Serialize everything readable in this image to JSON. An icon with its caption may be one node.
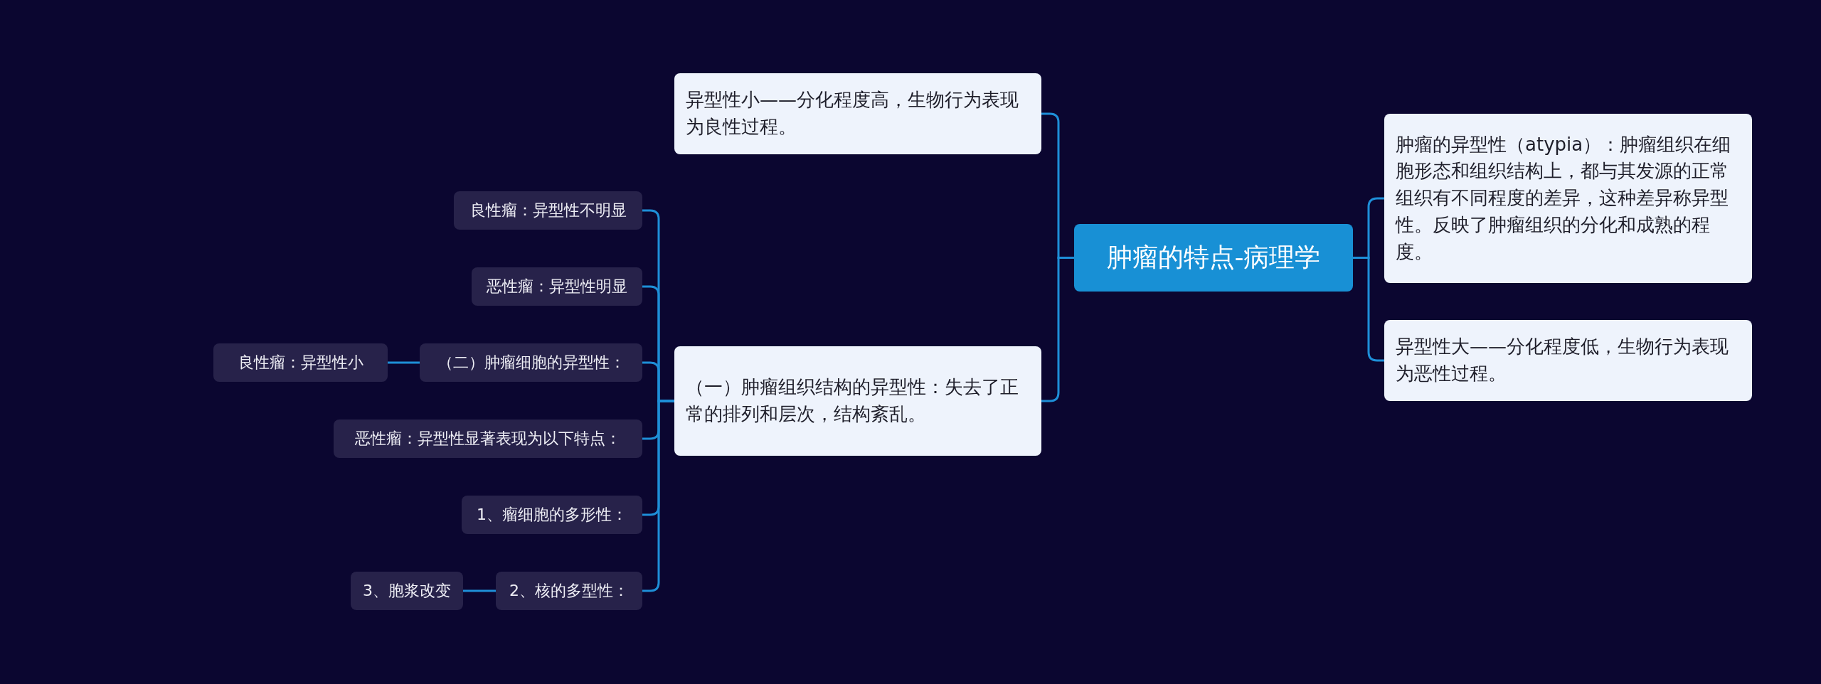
{
  "diagram": {
    "nodes": [
      {
        "text": [
          "肿瘤的特点-病理学"
        ]
      },
      {
        "text": [
          "肿瘤的异型性（atypia）：肿瘤组织在细胞形态和组织结构上，都与其发源的正常组织有不同程度的差异，这种差异称异型性。反映了肿瘤组织的分化和成熟的程度。"
        ]
      },
      {
        "text": [
          "异型性大——分化程度低，生物行为表现为恶性过程。"
        ]
      },
      {
        "text": [
          "异型性小——分化程度高，生物行为表现为良性过程。"
        ]
      },
      {
        "text": [
          "（一）肿瘤组织结构的异型性：失去了正常的排列和层次，结构紊乱。"
        ]
      },
      {
        "text": [
          "良性瘤：异型性不明显"
        ]
      },
      {
        "text": [
          "恶性瘤：异型性明显"
        ]
      },
      {
        "text": [
          "（二）肿瘤细胞的异型性："
        ]
      },
      {
        "text": [
          "良性瘤：异型性小"
        ]
      },
      {
        "text": [
          "恶性瘤：异型性显著表现为以下特点："
        ]
      },
      {
        "text": [
          "1、瘤细胞的多形性："
        ]
      },
      {
        "text": [
          "2、核的多型性："
        ]
      },
      {
        "text": [
          "3、胞浆改变"
        ]
      }
    ],
    "edges": [
      {
        "from": 0,
        "to": 1,
        "arrow": "none"
      },
      {
        "from": 0,
        "to": 2,
        "arrow": "none"
      },
      {
        "from": 0,
        "to": 3,
        "arrow": "none"
      },
      {
        "from": 0,
        "to": 4,
        "arrow": "none"
      },
      {
        "from": 4,
        "to": 5,
        "arrow": "none"
      },
      {
        "from": 4,
        "to": 6,
        "arrow": "none"
      },
      {
        "from": 4,
        "to": 7,
        "arrow": "none"
      },
      {
        "from": 7,
        "to": 8,
        "arrow": "none"
      },
      {
        "from": 4,
        "to": 9,
        "arrow": "none"
      },
      {
        "from": 4,
        "to": 10,
        "arrow": "none"
      },
      {
        "from": 4,
        "to": 11,
        "arrow": "none"
      },
      {
        "from": 11,
        "to": 12,
        "arrow": "none"
      }
    ]
  }
}
